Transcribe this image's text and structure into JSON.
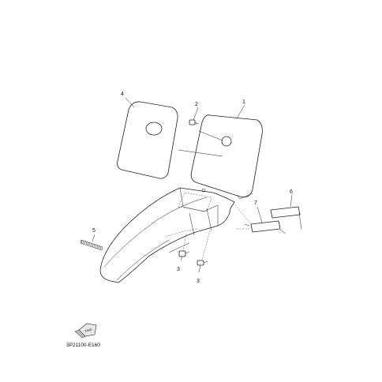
{
  "callouts": {
    "c1": "1",
    "c2": "2",
    "c3a": "3",
    "c3b": "3",
    "c4": "4",
    "c5": "5",
    "c6": "6",
    "c7": "7"
  },
  "diagram_code": "3P21100-E160",
  "direction_label": "FWD",
  "icons": {
    "fwd_arrow": "fwd-arrow-icon"
  }
}
